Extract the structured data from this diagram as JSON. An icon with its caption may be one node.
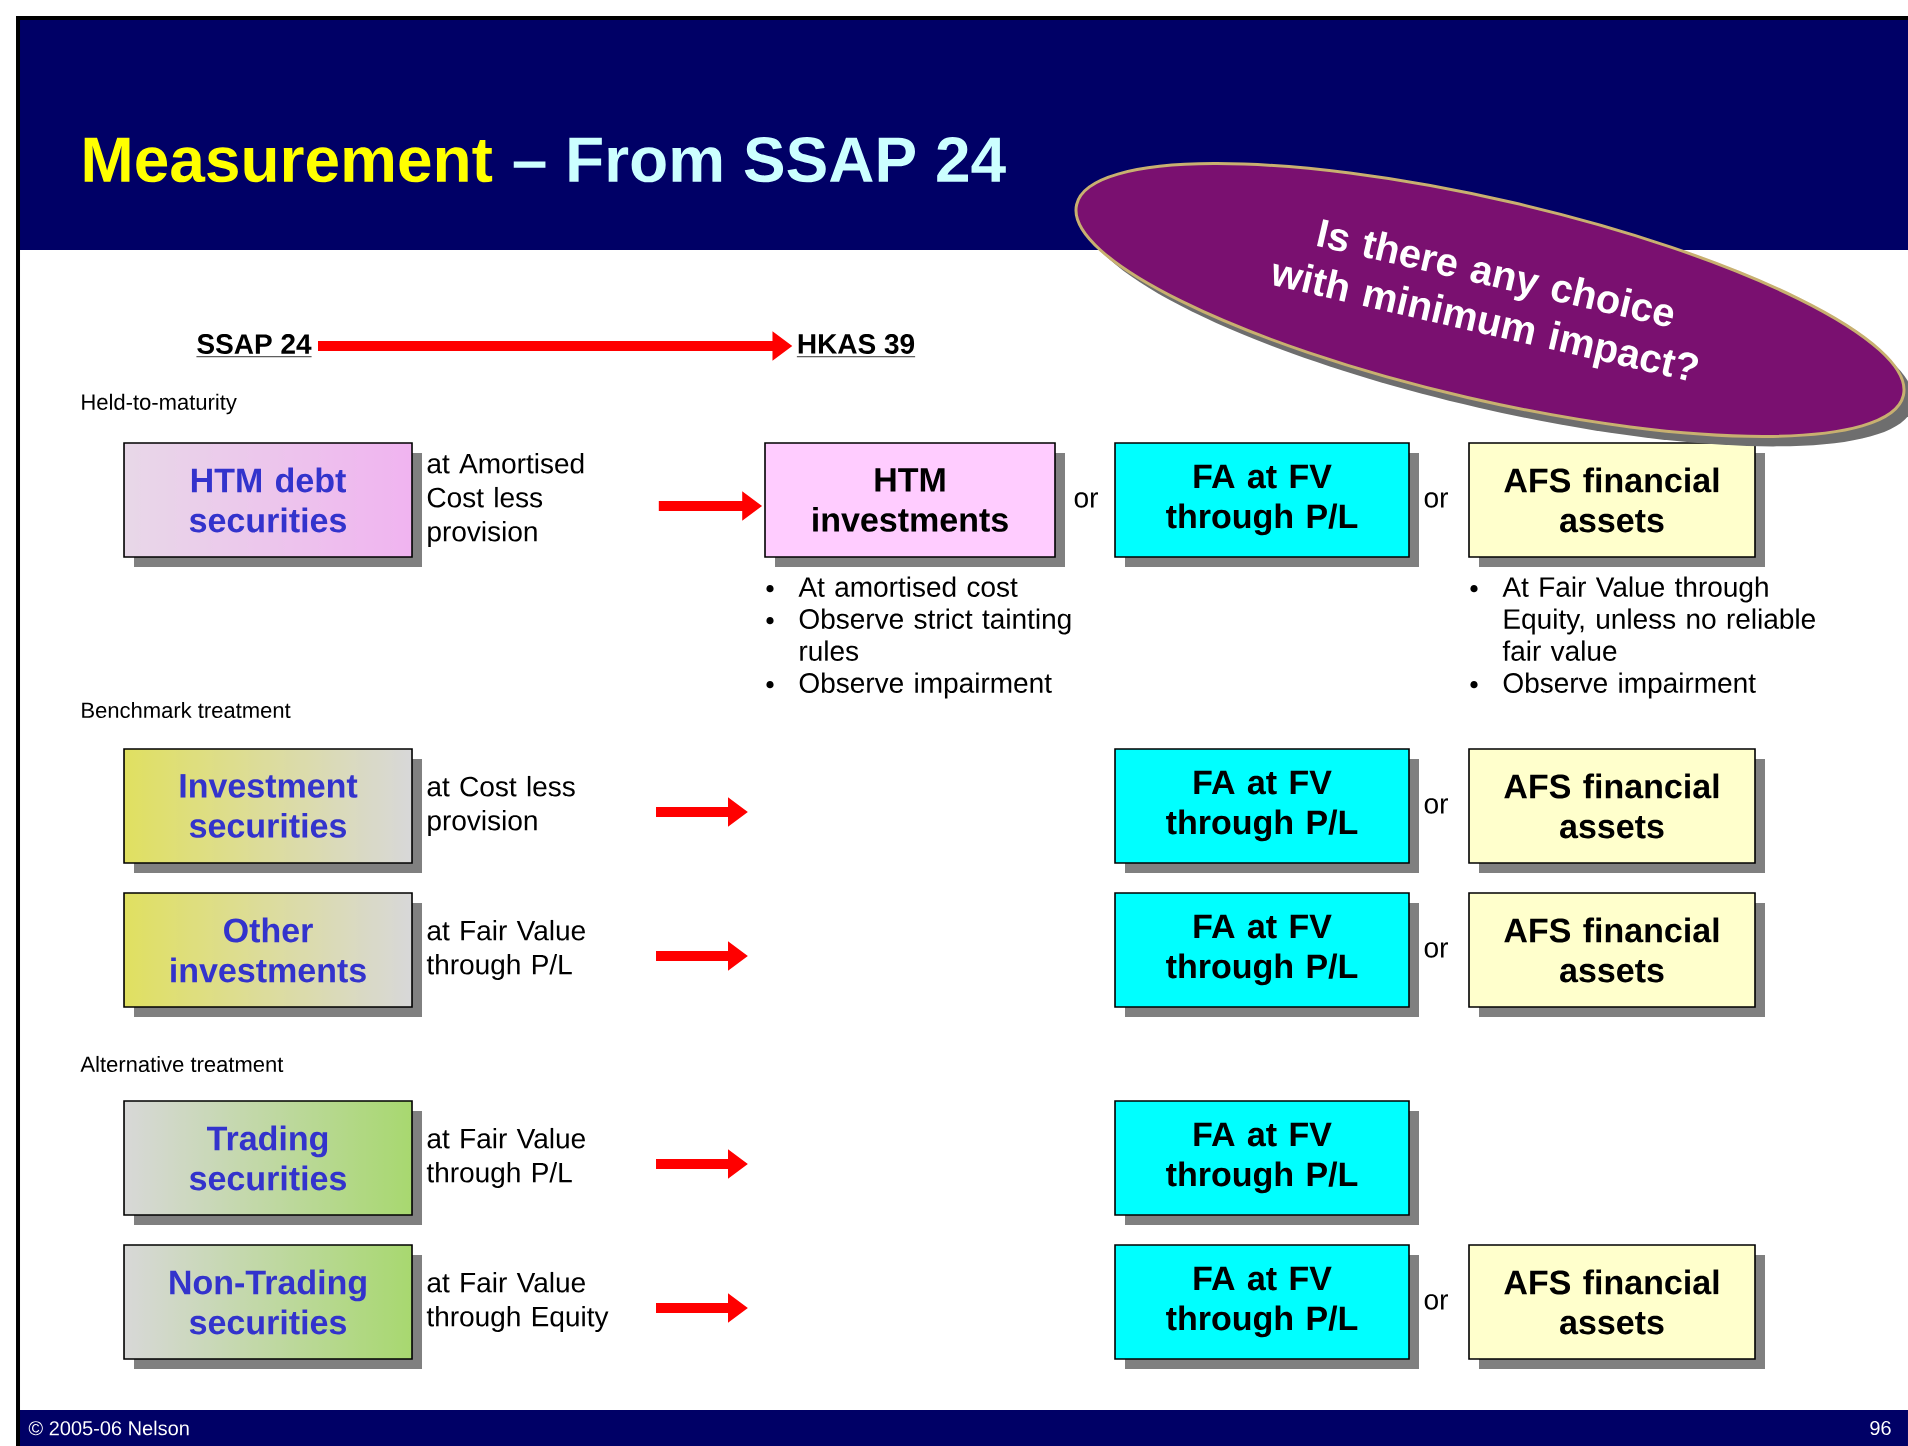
{
  "diagram": {
    "title": "Measurement",
    "nodes": [
      {
        "text": [
          "SSAP 24"
        ]
      },
      {
        "text": [
          "HKAS 39"
        ]
      },
      {
        "text": [
          "HTM debt securities"
        ],
        "beside": [
          "at Amortised Cost less provision"
        ]
      },
      {
        "text": [
          "HTM investments"
        ],
        "beside": [
          "At amortised cost",
          "Observe strict tainting rules",
          "Observe impairment"
        ]
      },
      {
        "text": [
          "FA at FV through P/L"
        ]
      },
      {
        "text": [
          "AFS financial assets"
        ],
        "beside": [
          "At Fair Value through Equity, unless no reliable fair value",
          "Observe impairment"
        ]
      },
      {
        "text": [
          "Investment securities"
        ],
        "beside": [
          "at Cost less provision"
        ]
      },
      {
        "text": [
          "FA at FV through P/L"
        ]
      },
      {
        "text": [
          "AFS financial assets"
        ]
      },
      {
        "text": [
          "Other investments"
        ],
        "beside": [
          "at Fair Value through P/L"
        ]
      },
      {
        "text": [
          "FA at FV through P/L"
        ]
      },
      {
        "text": [
          "AFS financial assets"
        ]
      },
      {
        "text": [
          "Trading securities"
        ],
        "beside": [
          "at Fair Value through P/L"
        ]
      },
      {
        "text": [
          "FA at FV through P/L"
        ]
      },
      {
        "text": [
          "Non-Trading securities"
        ],
        "beside": [
          "at Fair Value through Equity"
        ]
      },
      {
        "text": [
          "FA at FV through P/L"
        ]
      },
      {
        "text": [
          "AFS financial assets"
        ]
      },
      {
        "text": [
          "Is there any choice with minimum impact?"
        ]
      }
    ],
    "edges": [
      {
        "from": 0,
        "to": 1,
        "arrow": "to"
      },
      {
        "from": 2,
        "to": 3,
        "arrow": "to"
      }
    ],
    "labels": [
      "– From SSAP 24",
      "Held-to-maturity",
      "or",
      "or",
      "Benchmark treatment",
      "or",
      "or",
      "Alternative treatment",
      "or",
      "© 2005-06 Nelson",
      "96"
    ]
  }
}
